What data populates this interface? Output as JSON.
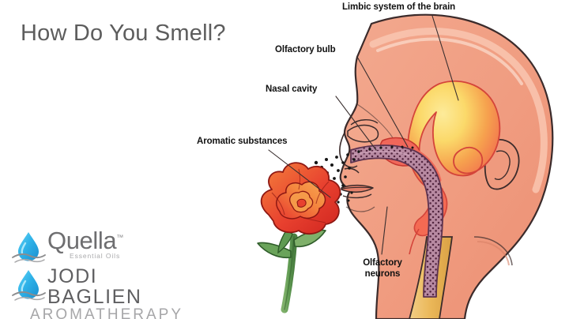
{
  "page": {
    "title": "How Do You Smell?",
    "background_color": "#ffffff",
    "title_color": "#5d5d5d"
  },
  "diagram": {
    "subject": "human head sagittal cross-section showing the olfactory pathway",
    "labels": [
      {
        "id": "limbic",
        "text": "Limbic system of the brain"
      },
      {
        "id": "bulb",
        "text": "Olfactory bulb"
      },
      {
        "id": "nasal",
        "text": "Nasal cavity"
      },
      {
        "id": "aromatic",
        "text": "Aromatic substances"
      },
      {
        "id": "neurons",
        "text": "Olfactory neurons"
      }
    ],
    "colors": {
      "skin": "#f09c80",
      "skin_highlight": "#f6b9a3",
      "outline": "#3b2b2b",
      "limbic_center": "#fbe07a",
      "limbic_edge": "#f0604f",
      "nasal_membrane": "#b07f9a",
      "nasal_dots": "#5d2d4a",
      "spinal_cord": "#eab758",
      "rose_petal": "#e8372f",
      "rose_petal_light": "#f4813c",
      "rose_stem": "#5f9a52",
      "particles": "#1a1a1a",
      "leader_line": "#3a2f2f"
    }
  },
  "logos": {
    "quella": {
      "name": "Quella",
      "trademark": "™",
      "tagline": "Essential Oils",
      "icon": "water-drop-icon",
      "drop_color": "#2fb2e8",
      "drop_color_dark": "#1a8fd0",
      "swoosh_color": "#8c8c8e"
    },
    "jodi": {
      "name": "JODI  BAGLIEN",
      "tagline": "AROMATHERAPY",
      "icon": "water-drop-icon",
      "drop_color": "#2fb2e8",
      "drop_color_dark": "#1a8fd0",
      "swoosh_color": "#8c8c8e"
    }
  }
}
